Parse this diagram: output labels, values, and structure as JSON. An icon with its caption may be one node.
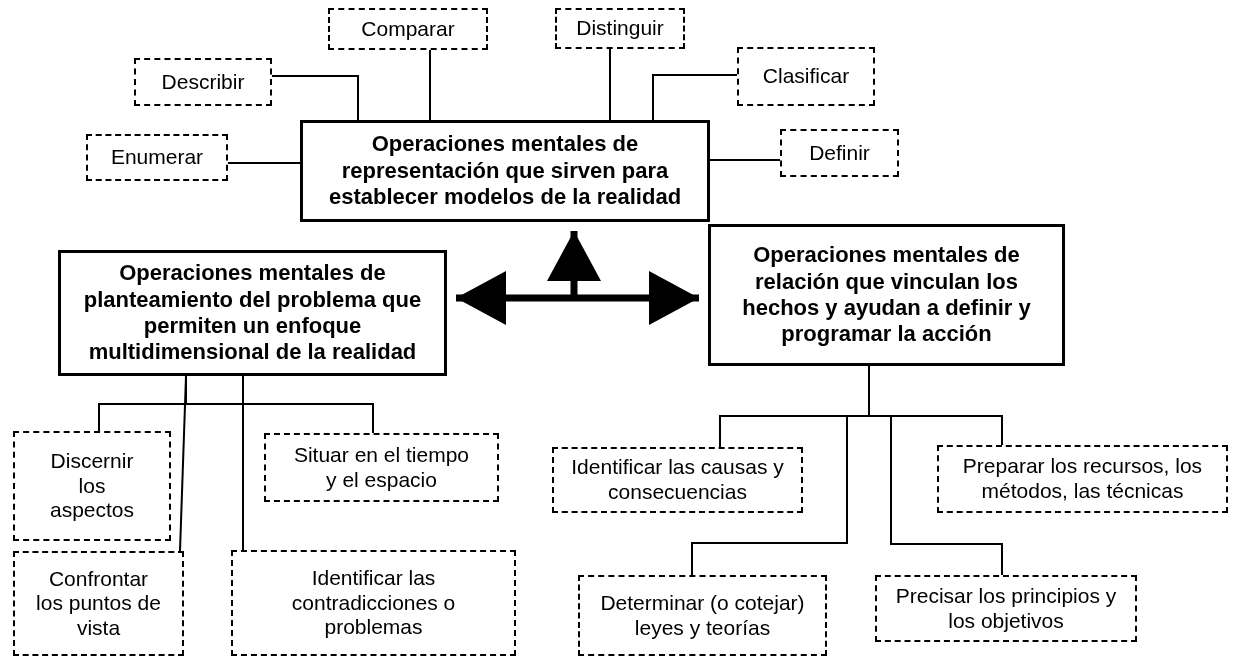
{
  "diagram": {
    "nodes": [
      {
        "text": [
          "Operaciones mentales de representación que sirven para establecer modelos de la realidad"
        ]
      },
      {
        "text": [
          "Enumerar"
        ]
      },
      {
        "text": [
          "Describir"
        ]
      },
      {
        "text": [
          "Comparar"
        ]
      },
      {
        "text": [
          "Distinguir"
        ]
      },
      {
        "text": [
          "Clasificar"
        ]
      },
      {
        "text": [
          "Definir"
        ]
      },
      {
        "text": [
          "Operaciones mentales de planteamiento del problema que permiten un enfoque multidimensional de la realidad"
        ]
      },
      {
        "text": [
          "Operaciones mentales de relación que vinculan los hechos y ayudan a definir y programar la acción"
        ]
      },
      {
        "text": [
          "Discernir los aspectos"
        ]
      },
      {
        "text": [
          "Situar en el tiempo y el espacio"
        ]
      },
      {
        "text": [
          "Confrontar los puntos de vista"
        ]
      },
      {
        "text": [
          "Identificar las contradicciones o problemas"
        ]
      },
      {
        "text": [
          "Identificar las causas y consecuencias"
        ]
      },
      {
        "text": [
          "Preparar los recursos, los métodos, las técnicas"
        ]
      },
      {
        "text": [
          "Determinar (o cotejar) leyes y teorías"
        ]
      },
      {
        "text": [
          "Precisar los principios y los objetivos"
        ]
      }
    ],
    "edges": [
      {
        "from": 7,
        "to": 8,
        "arrow": "both",
        "style": "thick"
      },
      {
        "from": null,
        "to": 0,
        "arrow": "to",
        "style": "thick"
      },
      {
        "from": 0,
        "to": 1,
        "arrow": "none"
      },
      {
        "from": 0,
        "to": 2,
        "arrow": "none"
      },
      {
        "from": 0,
        "to": 3,
        "arrow": "none"
      },
      {
        "from": 0,
        "to": 4,
        "arrow": "none"
      },
      {
        "from": 0,
        "to": 5,
        "arrow": "none"
      },
      {
        "from": 0,
        "to": 6,
        "arrow": "none"
      },
      {
        "from": 7,
        "to": 9,
        "arrow": "none"
      },
      {
        "from": 7,
        "to": 10,
        "arrow": "none"
      },
      {
        "from": 7,
        "to": 11,
        "arrow": "none"
      },
      {
        "from": 7,
        "to": 12,
        "arrow": "none"
      },
      {
        "from": 8,
        "to": 13,
        "arrow": "none"
      },
      {
        "from": 8,
        "to": 14,
        "arrow": "none"
      },
      {
        "from": 8,
        "to": 15,
        "arrow": "none"
      },
      {
        "from": 8,
        "to": 16,
        "arrow": "none"
      }
    ]
  }
}
